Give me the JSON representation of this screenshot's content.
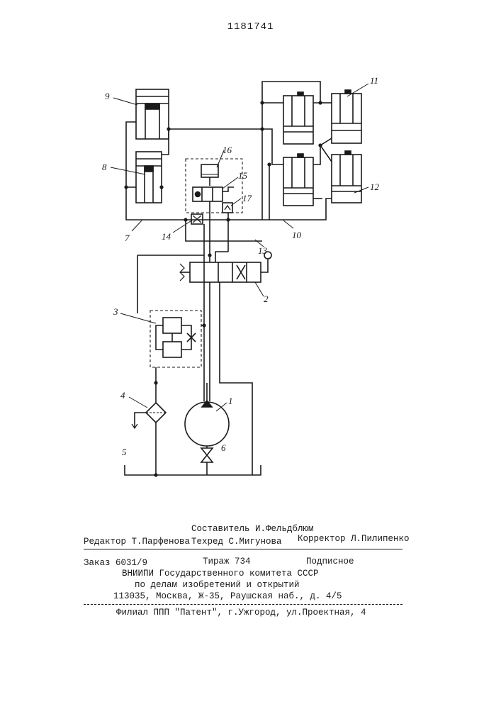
{
  "page_number": "1181741",
  "diagram": {
    "labels": {
      "pump": "1",
      "distributor": "2",
      "valve_block": "3",
      "filter": "4",
      "tank": "5",
      "tap": "6",
      "line_left": "7",
      "cylinder_left_lower": "8",
      "cylinder_left_upper": "9",
      "line_right": "10",
      "cylinder_right_upper": "11",
      "cylinder_right_lower": "12",
      "line_pressure": "13",
      "throttle": "14",
      "valve_spool": "15",
      "valve_pilot": "16",
      "check_valve": "17"
    }
  },
  "imprint": {
    "compiler": "Составитель И.Фельдблюм",
    "editor": "Редактор Т.Парфенова",
    "techred": "Техред С.Мигунова",
    "corrector": "Корректор Л.Пилипенко",
    "order": "Заказ 6031/9",
    "circulation": "Тираж 734",
    "subscription": "Подписное",
    "org_line1": "ВНИИПИ Государственного комитета СССР",
    "org_line2": "по делам изобретений и открытий",
    "address": "113035, Москва, Ж-35, Раушская наб., д. 4/5",
    "branch": "Филиал ППП \"Патент\", г.Ужгород, ул.Проектная, 4"
  }
}
